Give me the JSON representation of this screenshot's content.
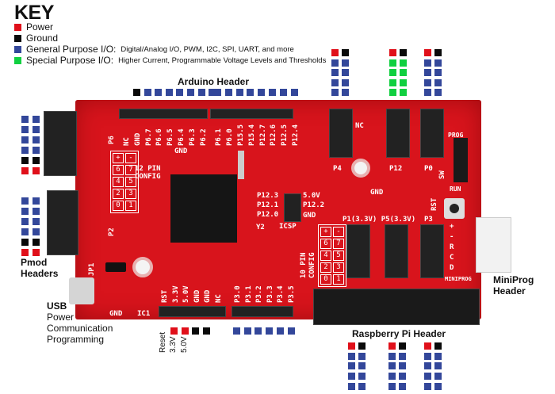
{
  "key": {
    "title": "KEY",
    "items": [
      {
        "label": "Power",
        "detail": "",
        "color": "#e0101a"
      },
      {
        "label": "Ground",
        "detail": "",
        "color": "#0a0a0a"
      },
      {
        "label": "General Purpose I/O:",
        "detail": "Digital/Analog I/O, PWM, I2C, SPI, UART, and more",
        "color": "#33479a"
      },
      {
        "label": "Special Purpose I/O:",
        "detail": "Higher Current, Programmable Voltage Levels and Thresholds",
        "color": "#10d040"
      }
    ]
  },
  "labels": {
    "arduino": "Arduino Header",
    "pmod_1": "Pmod",
    "pmod_2": "Headers",
    "usb": "USB",
    "usb_lines": [
      "Power",
      "Communication",
      "Programming"
    ],
    "miniprog_1": "MiniProg",
    "miniprog_2": "Header",
    "rpi": "Raspberry Pi Header",
    "power_pins": [
      "Reset",
      "3.3V",
      "5.0V"
    ]
  },
  "silk": {
    "arduino_top": [
      "NC",
      "GND",
      "P6.7",
      "P6.6",
      "P6.5",
      "P6.4",
      "P6.3",
      "P6.2",
      "P6.1",
      "P6.0",
      "P15.5",
      "P15.4",
      "P12.7",
      "P12.6",
      "P12.5",
      "P12.4"
    ],
    "bottom": [
      "RST",
      "3.3V",
      "5.0V",
      "GND",
      "GND",
      "NC"
    ],
    "p3": [
      "P3.0",
      "P3.1",
      "P3.2",
      "P3.3",
      "P3.4",
      "P3.5"
    ],
    "p6": "P6",
    "p2": "P2",
    "nc": "NC",
    "p4": "P4",
    "p12": "P12",
    "p0": "P0",
    "prog": "PROG",
    "sw": "SW",
    "run": "RUN",
    "gnd": "GND",
    "gnd2": "GND",
    "gnd3": "GND",
    "ic1": "IC1",
    "rst": "RST",
    "icsp": [
      "P12.3",
      "P12.1",
      "P12.0",
      "5.0V",
      "P12.2",
      "GND",
      "ICSP"
    ],
    "p1p5": "P1(3.3V) P5(3.3V)",
    "p3h": "P3",
    "cfg12": [
      "12 PIN",
      "CONFIG"
    ],
    "cfg10": [
      "10 PIN",
      "CONFIG"
    ],
    "cfg_cells": [
      "+",
      "-",
      "6",
      "7",
      "4",
      "5",
      "2",
      "3",
      "0",
      "1"
    ],
    "miniprog": [
      "+",
      "-",
      "R",
      "C",
      "D"
    ],
    "miniprog_label": "MINIPROG",
    "y2": "Y2",
    "jp1": "JP1"
  }
}
